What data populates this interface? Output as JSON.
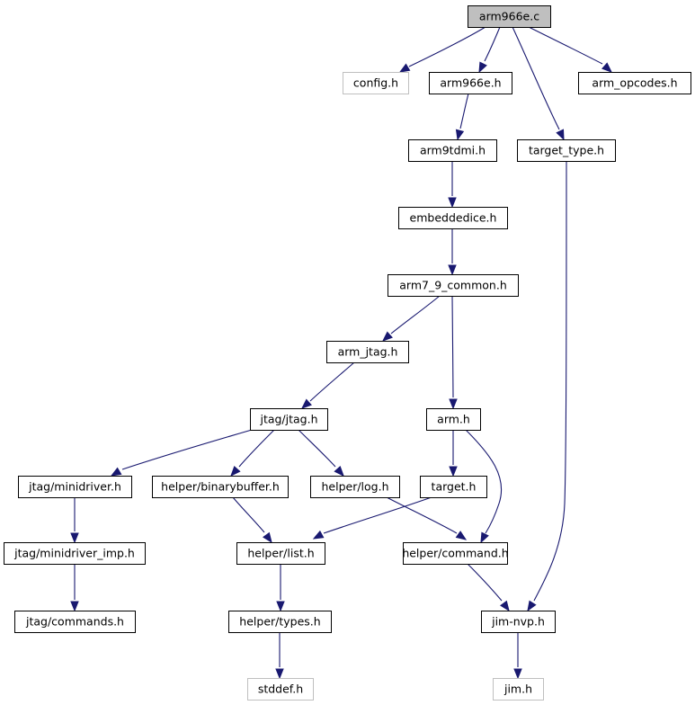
{
  "graph": {
    "colors": {
      "edge": "#191970",
      "root_fill": "#bfbfbf",
      "missing_border": "#bfbfbf"
    },
    "nodes": {
      "arm966e_c": {
        "label": "arm966e.c",
        "kind": "root"
      },
      "config_h": {
        "label": "config.h",
        "kind": "missing"
      },
      "arm966e_h": {
        "label": "arm966e.h",
        "kind": "normal"
      },
      "arm_opcodes_h": {
        "label": "arm_opcodes.h",
        "kind": "normal"
      },
      "target_type_h": {
        "label": "target_type.h",
        "kind": "normal"
      },
      "arm9tdmi_h": {
        "label": "arm9tdmi.h",
        "kind": "normal"
      },
      "embeddedice_h": {
        "label": "embeddedice.h",
        "kind": "normal"
      },
      "arm7_9_common_h": {
        "label": "arm7_9_common.h",
        "kind": "normal"
      },
      "arm_jtag_h": {
        "label": "arm_jtag.h",
        "kind": "normal"
      },
      "arm_h": {
        "label": "arm.h",
        "kind": "normal"
      },
      "jtag_jtag_h": {
        "label": "jtag/jtag.h",
        "kind": "normal"
      },
      "jtag_minidriver_h": {
        "label": "jtag/minidriver.h",
        "kind": "normal"
      },
      "helper_binarybuffer_h": {
        "label": "helper/binarybuffer.h",
        "kind": "normal"
      },
      "helper_log_h": {
        "label": "helper/log.h",
        "kind": "normal"
      },
      "target_h": {
        "label": "target.h",
        "kind": "normal"
      },
      "jtag_minidriver_imp_h": {
        "label": "jtag/minidriver_imp.h",
        "kind": "normal"
      },
      "helper_list_h": {
        "label": "helper/list.h",
        "kind": "normal"
      },
      "helper_command_h": {
        "label": "helper/command.h",
        "kind": "normal"
      },
      "jtag_commands_h": {
        "label": "jtag/commands.h",
        "kind": "normal"
      },
      "helper_types_h": {
        "label": "helper/types.h",
        "kind": "normal"
      },
      "jim_nvp_h": {
        "label": "jim-nvp.h",
        "kind": "normal"
      },
      "stddef_h": {
        "label": "stddef.h",
        "kind": "missing"
      },
      "jim_h": {
        "label": "jim.h",
        "kind": "missing"
      }
    },
    "edges": [
      [
        "arm966e_c",
        "config_h"
      ],
      [
        "arm966e_c",
        "arm966e_h"
      ],
      [
        "arm966e_c",
        "target_type_h"
      ],
      [
        "arm966e_c",
        "arm_opcodes_h"
      ],
      [
        "arm966e_h",
        "arm9tdmi_h"
      ],
      [
        "arm9tdmi_h",
        "embeddedice_h"
      ],
      [
        "embeddedice_h",
        "arm7_9_common_h"
      ],
      [
        "arm7_9_common_h",
        "arm_jtag_h"
      ],
      [
        "arm7_9_common_h",
        "arm_h"
      ],
      [
        "arm_jtag_h",
        "jtag_jtag_h"
      ],
      [
        "jtag_jtag_h",
        "jtag_minidriver_h"
      ],
      [
        "jtag_jtag_h",
        "helper_binarybuffer_h"
      ],
      [
        "jtag_jtag_h",
        "helper_log_h"
      ],
      [
        "arm_h",
        "target_h"
      ],
      [
        "arm_h",
        "helper_command_h"
      ],
      [
        "jtag_minidriver_h",
        "jtag_minidriver_imp_h"
      ],
      [
        "jtag_minidriver_imp_h",
        "jtag_commands_h"
      ],
      [
        "helper_binarybuffer_h",
        "helper_list_h"
      ],
      [
        "helper_log_h",
        "helper_command_h"
      ],
      [
        "target_h",
        "helper_list_h"
      ],
      [
        "helper_list_h",
        "helper_types_h"
      ],
      [
        "helper_types_h",
        "stddef_h"
      ],
      [
        "helper_command_h",
        "jim_nvp_h"
      ],
      [
        "target_type_h",
        "jim_nvp_h"
      ],
      [
        "jim_nvp_h",
        "jim_h"
      ]
    ]
  }
}
